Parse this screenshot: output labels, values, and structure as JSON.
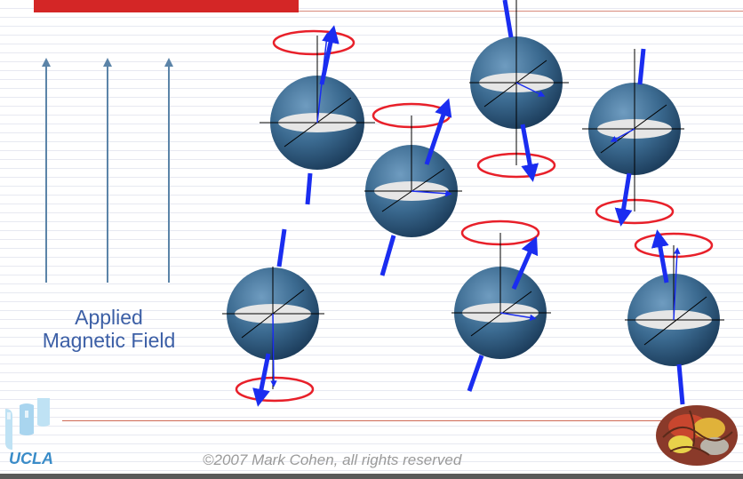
{
  "field": {
    "label_line1": "Applied",
    "label_line2": "Magnetic Field"
  },
  "footer": {
    "copyright": "©2007 Mark Cohen, all rights reserved"
  },
  "logo": {
    "text": "UCLA"
  },
  "colors": {
    "accent_red": "#d42626",
    "sphere": "#3b6a90",
    "spin_arrow": "#1a2df0",
    "precession_ring": "#e8202a",
    "field_arrow": "#5b84a8",
    "label_blue": "#3c5fa6"
  }
}
